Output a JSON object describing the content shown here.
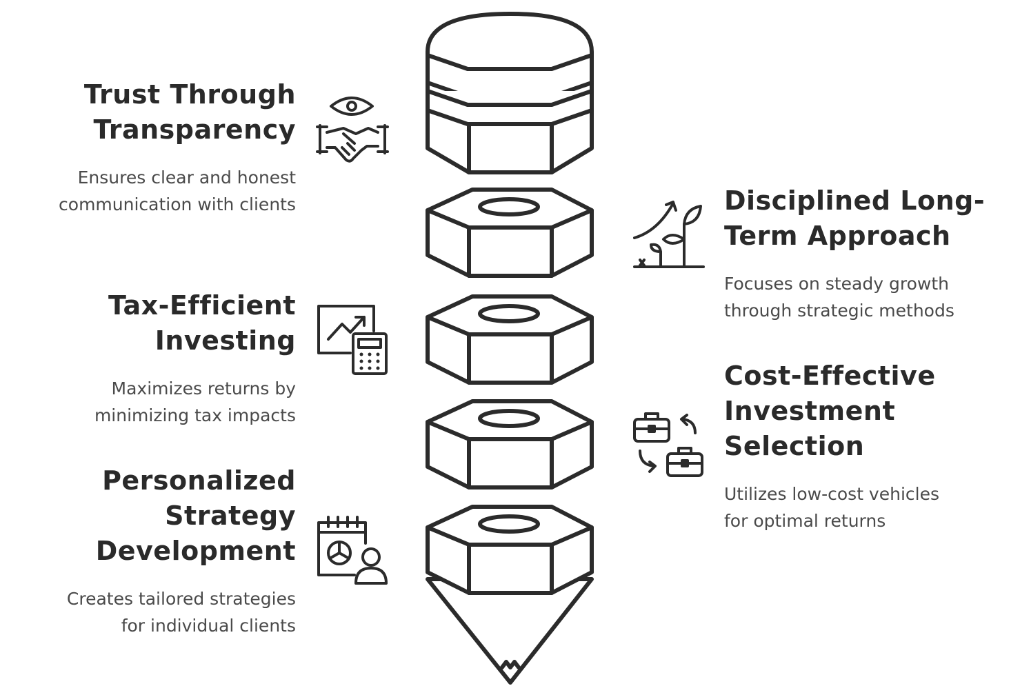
{
  "items": [
    {
      "side": "left",
      "title_lines": [
        "Trust Through",
        "Transparency"
      ],
      "desc_lines": [
        "Ensures clear and honest",
        "communication with clients"
      ],
      "icon": "eye-handshake-icon"
    },
    {
      "side": "right",
      "title_lines": [
        "Disciplined Long-",
        "Term Approach"
      ],
      "desc_lines": [
        "Focuses on steady growth",
        "through strategic methods"
      ],
      "icon": "growing-plant-icon"
    },
    {
      "side": "left",
      "title_lines": [
        "Tax-Efficient",
        "Investing"
      ],
      "desc_lines": [
        "Maximizes returns by",
        "minimizing tax impacts"
      ],
      "icon": "chart-calculator-icon"
    },
    {
      "side": "right",
      "title_lines": [
        "Cost-Effective",
        "Investment",
        "Selection"
      ],
      "desc_lines": [
        "Utilizes low-cost vehicles",
        "for optimal returns"
      ],
      "icon": "briefcase-exchange-icon"
    },
    {
      "side": "left",
      "title_lines": [
        "Personalized",
        "Strategy",
        "Development"
      ],
      "desc_lines": [
        "Creates tailored strategies",
        "for individual clients"
      ],
      "icon": "calendar-person-icon"
    }
  ],
  "colors": {
    "stroke": "#2b2b2b",
    "fill": "#ffffff",
    "title": "#2a2a2a",
    "desc": "#4a4a4a"
  }
}
